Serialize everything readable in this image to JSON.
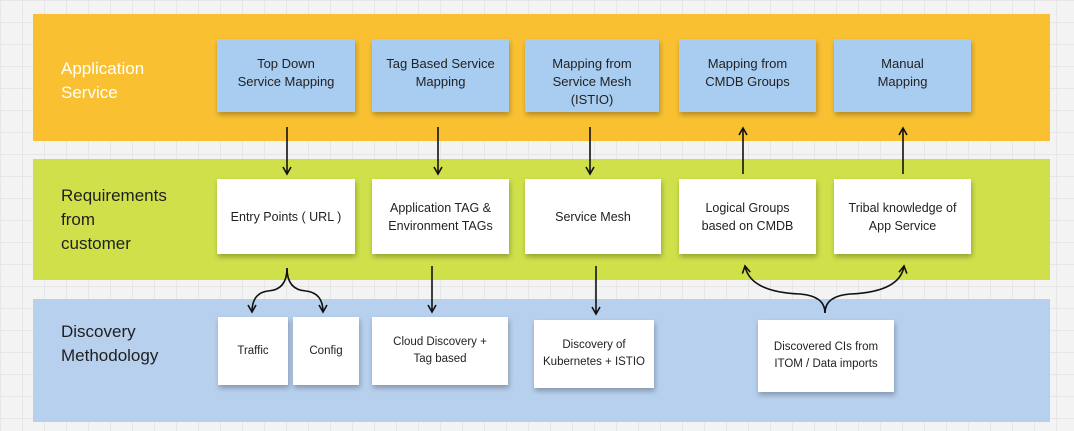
{
  "bands": {
    "application_service": {
      "label": "Application\nService",
      "color": "#f9c132"
    },
    "requirements": {
      "label": "Requirements\nfrom\ncustomer",
      "color": "#cfe04a"
    },
    "discovery": {
      "label": "Discovery\nMethodology",
      "color": "#b7d0ee"
    }
  },
  "mapping_notes": [
    "Top Down\nService Mapping",
    "Tag Based Service\nMapping",
    "Mapping from\nService Mesh (ISTIO)",
    "Mapping from\nCMDB Groups",
    "Manual\nMapping"
  ],
  "requirement_notes": [
    "Entry Points ( URL )",
    "Application TAG &\nEnvironment TAGs",
    "Service Mesh",
    "Logical Groups\nbased on CMDB",
    "Tribal knowledge of\nApp Service"
  ],
  "discovery_notes": [
    "Traffic",
    "Config",
    "Cloud Discovery +\nTag based",
    "Discovery of\nKubernetes + ISTIO",
    "Discovered CIs from\nITOM / Data imports"
  ],
  "colors": {
    "note_blue": "#a9cdf1",
    "note_white": "#ffffff",
    "arrow": "#111111"
  }
}
